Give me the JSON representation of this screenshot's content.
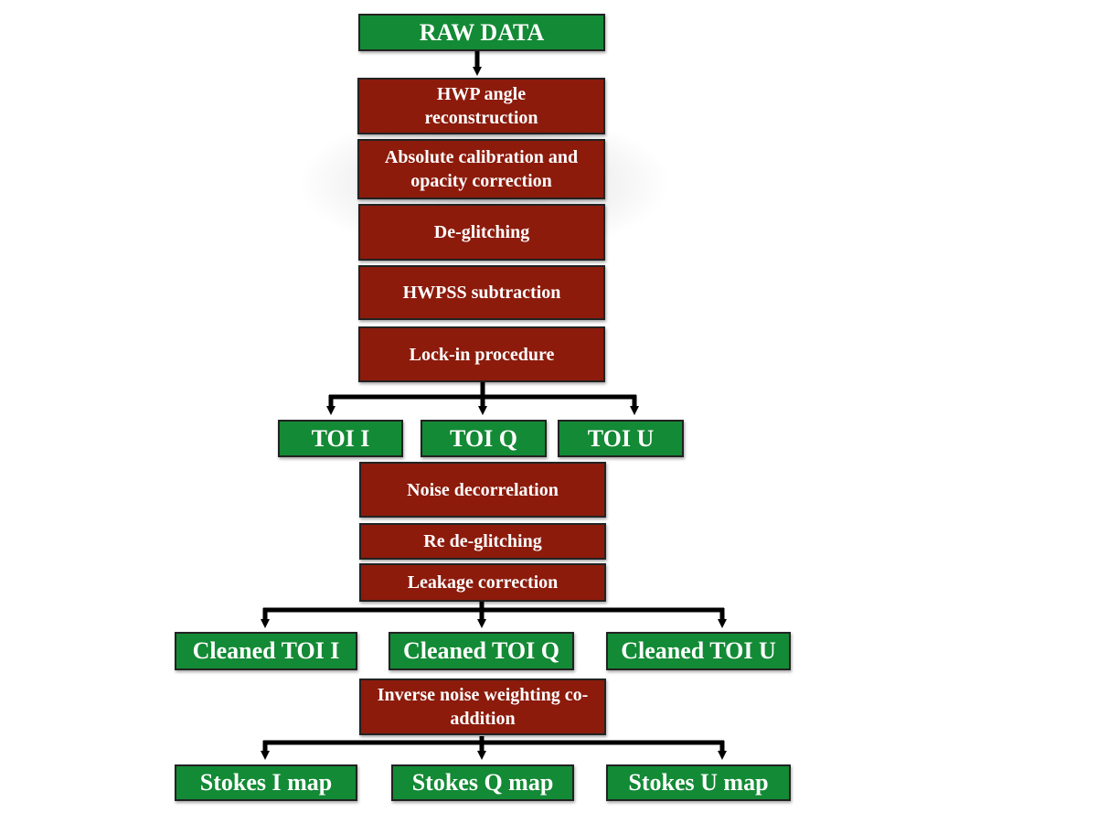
{
  "colors": {
    "data_box": "#138a35",
    "process_box": "#8c1b0c",
    "connector": "#000000"
  },
  "diagram": {
    "raw_data": "RAW DATA",
    "processing_1": [
      "HWP angle reconstruction",
      "Absolute calibration and opacity correction",
      "De-glitching",
      "HWPSS subtraction",
      "Lock-in procedure"
    ],
    "toi": [
      "TOI I",
      "TOI Q",
      "TOI U"
    ],
    "processing_2": [
      "Noise decorrelation",
      "Re de-glitching",
      "Leakage correction"
    ],
    "cleaned_toi": [
      "Cleaned TOI I",
      "Cleaned TOI Q",
      "Cleaned TOI U"
    ],
    "coaddition": "Inverse noise weighting co-addition",
    "maps": [
      "Stokes I map",
      "Stokes Q map",
      "Stokes U map"
    ]
  }
}
